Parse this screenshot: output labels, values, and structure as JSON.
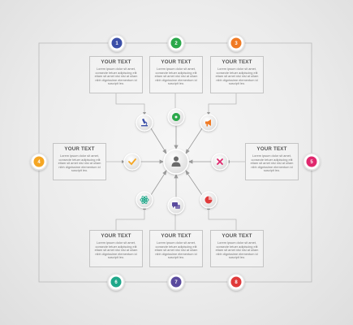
{
  "numbers": [
    {
      "label": "1",
      "color": "#3b4fa8"
    },
    {
      "label": "2",
      "color": "#2aa84a"
    },
    {
      "label": "3",
      "color": "#f07a24"
    },
    {
      "label": "4",
      "color": "#f5a623"
    },
    {
      "label": "5",
      "color": "#e0286e"
    },
    {
      "label": "6",
      "color": "#1fa88a"
    },
    {
      "label": "7",
      "color": "#5a4a9e"
    },
    {
      "label": "8",
      "color": "#e03a3a"
    }
  ],
  "boxes": [
    {
      "title": "YOUR TEXT",
      "body": "Lorem ipsum dolor sit amet, consecte tetuer adipiscing elit etiam sit amet nisi nisi at ullam nibh dignissime elementum id suscipit leo."
    },
    {
      "title": "YOUR TEXT",
      "body": "Lorem ipsum dolor sit amet, consecte tetuer adipiscing elit etiam sit amet nisi nisi at ullam nibh dignissime elementum id suscipit leo."
    },
    {
      "title": "YOUR TEXT",
      "body": "Lorem ipsum dolor sit amet, consecte tetuer adipiscing elit etiam sit amet nisi nisi at ullam nibh dignissime elementum id suscipit leo."
    },
    {
      "title": "YOUR TEXT",
      "body": "Lorem ipsum dolor sit amet, consecte tetuer adipiscing elit etiam sit amet nisi nisi at ullam nibh dignissime elementum id suscipit leo."
    },
    {
      "title": "YOUR TEXT",
      "body": "Lorem ipsum dolor sit amet, consecte tetuer adipiscing elit etiam sit amet nisi nisi at ullam nibh dignissime elementum id suscipit leo."
    },
    {
      "title": "YOUR TEXT",
      "body": "Lorem ipsum dolor sit amet, consecte tetuer adipiscing elit etiam sit amet nisi nisi at ullam nibh dignissime elementum id suscipit leo."
    },
    {
      "title": "YOUR TEXT",
      "body": "Lorem ipsum dolor sit amet, consecte tetuer adipiscing elit etiam sit amet nisi nisi at ullam nibh dignissime elementum id suscipit leo."
    },
    {
      "title": "YOUR TEXT",
      "body": "Lorem ipsum dolor sit amet, consecte tetuer adipiscing elit etiam sit amet nisi nisi at ullam nibh dignissime elementum id suscipit leo."
    }
  ],
  "nodes": [
    {
      "icon": "microscope-icon",
      "color": "#3b4fa8"
    },
    {
      "icon": "gear-icon",
      "color": "#2aa84a"
    },
    {
      "icon": "megaphone-icon",
      "color": "#f07a24"
    },
    {
      "icon": "checkmark-icon",
      "color": "#f5a623"
    },
    {
      "icon": "close-icon",
      "color": "#e0286e"
    },
    {
      "icon": "atom-icon",
      "color": "#1fa88a"
    },
    {
      "icon": "chat-icon",
      "color": "#5a4a9e"
    },
    {
      "icon": "pie-chart-icon",
      "color": "#e03a3a"
    }
  ],
  "center": {
    "icon": "user-icon",
    "color": "#666666"
  }
}
